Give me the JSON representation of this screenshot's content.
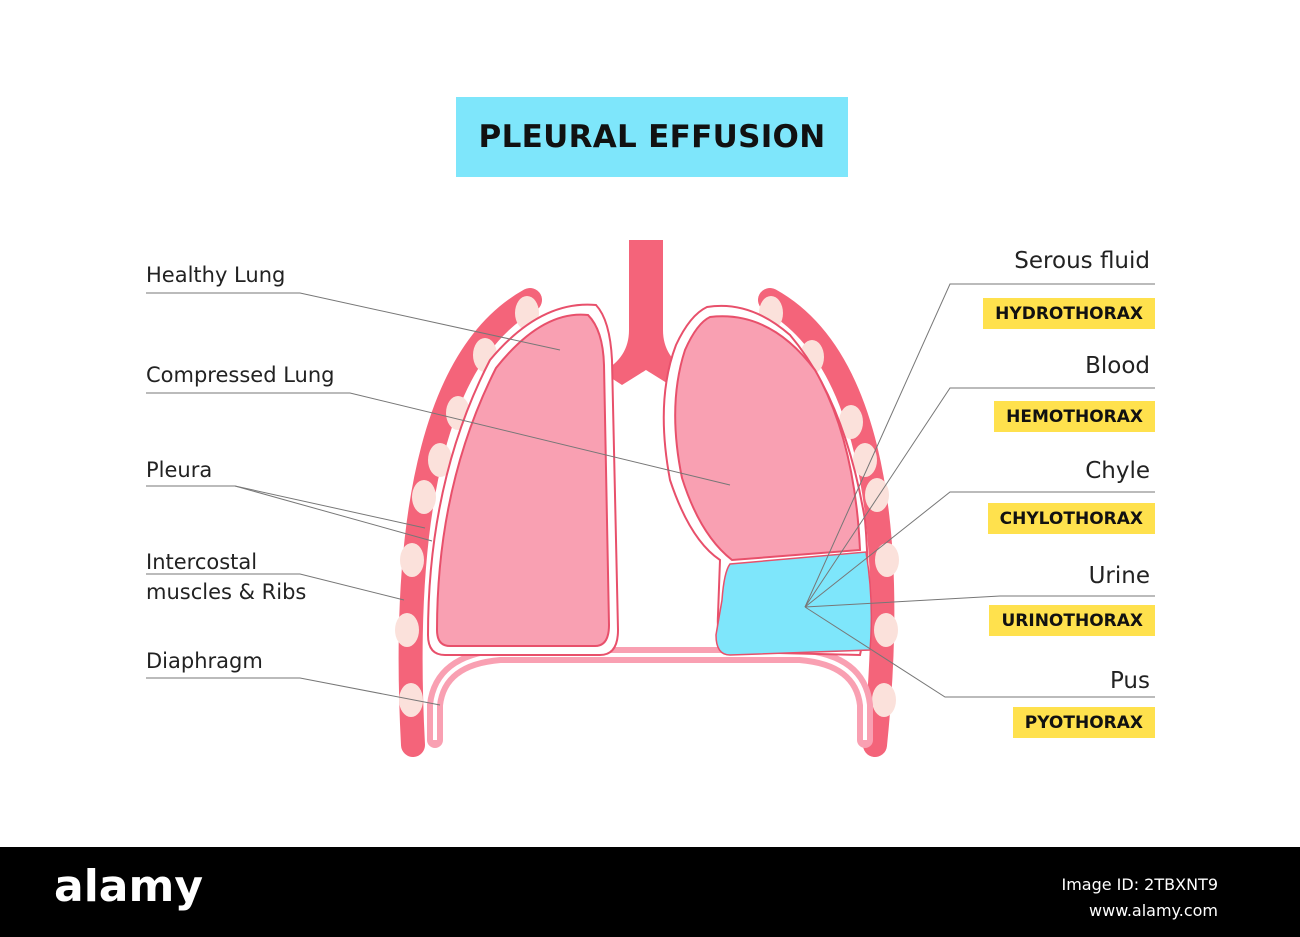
{
  "title": "PLEURAL EFFUSION",
  "left_labels": {
    "healthy_lung": "Healthy Lung",
    "compressed_lung": "Compressed Lung",
    "pleura": "Pleura",
    "intercostal_line1": "Intercostal",
    "intercostal_line2": "muscles & Ribs",
    "diaphragm": "Diaphragm"
  },
  "fluid_types": [
    {
      "fluid": "Serous fluid",
      "condition": "HYDROTHORAX"
    },
    {
      "fluid": "Blood",
      "condition": "HEMOTHORAX"
    },
    {
      "fluid": "Chyle",
      "condition": "CHYLOTHORAX"
    },
    {
      "fluid": "Urine",
      "condition": "URINOTHORAX"
    },
    {
      "fluid": "Pus",
      "condition": "PYOTHORAX"
    }
  ],
  "colors": {
    "title_bg": "#7ee6fb",
    "tag_bg": "#ffe14d",
    "rib_red": "#f4647a",
    "rib_cartilage": "#fbe1db",
    "lung_pink": "#f9a0b2",
    "fluid_blue": "#7ee6fb",
    "diaphragm_pink": "#f9a0b2"
  },
  "footer": {
    "brand": "alamy",
    "image_id": "Image ID: 2TBXNT9",
    "site": "www.alamy.com"
  }
}
